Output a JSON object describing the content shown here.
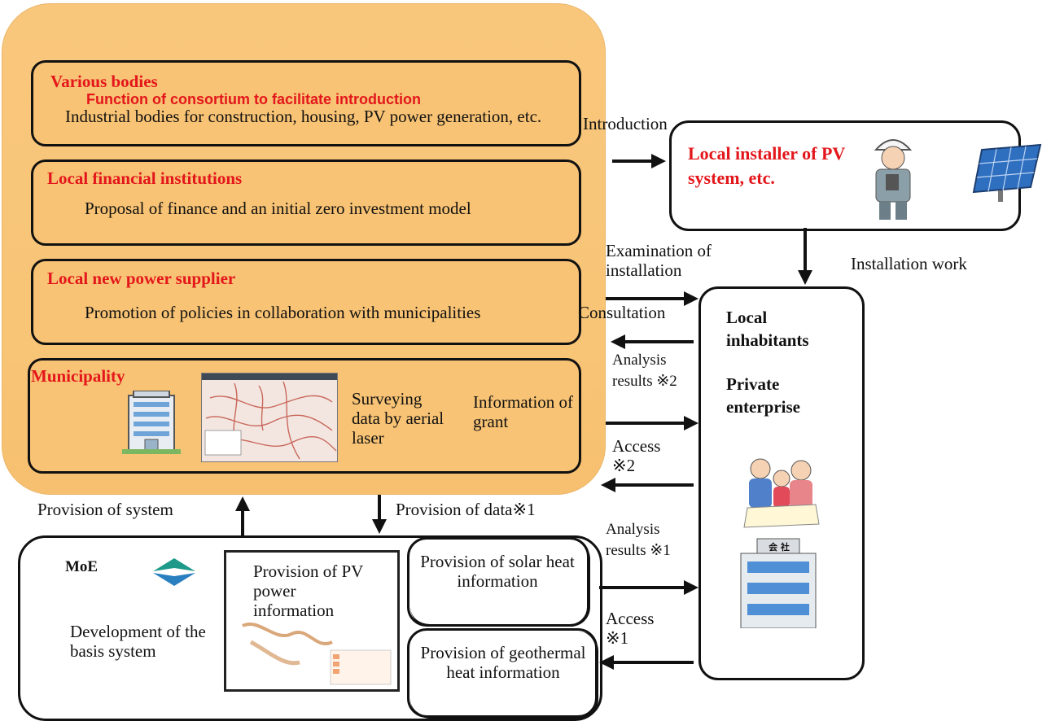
{
  "consortium": {
    "heading": "Function of consortium to facilitate introduction",
    "bodies": [
      {
        "title": "Various bodies",
        "text": "Industrial bodies for construction, housing, PV power generation, etc."
      },
      {
        "title": "Local financial institutions",
        "text": "Proposal of finance and an initial zero investment model"
      },
      {
        "title": "Local new power supplier",
        "text": "Promotion of policies in collaboration with municipalities"
      }
    ],
    "municipality": {
      "title": "Municipality",
      "survey": "Surveying data by aerial laser",
      "grant": "Information of grant"
    }
  },
  "installer": {
    "title": "Local installer of PV system, etc."
  },
  "inhabitants": {
    "line1": "Local inhabitants",
    "line2": "Private enterprise",
    "company_sign": "会 社"
  },
  "moe": {
    "title": "MoE",
    "development": "Development of the basis system",
    "pv": "Provision of PV power information",
    "solar": "Provision of solar heat information",
    "geo": "Provision of geothermal heat information"
  },
  "arrows": {
    "introduction": "Introduction",
    "installation_work": "Installation work",
    "examination": "Examination of installation",
    "consultation": "Consultation",
    "analysis2": "Analysis results ※2",
    "access2": "Access ※2",
    "provision_system": "Provision of system",
    "provision_data": "Provision of data※1",
    "analysis1": "Analysis results ※1",
    "access1": "Access ※1"
  },
  "colors": {
    "consortium_fill": "#f8c577",
    "title_red": "#e3161b",
    "line": "#111111"
  }
}
